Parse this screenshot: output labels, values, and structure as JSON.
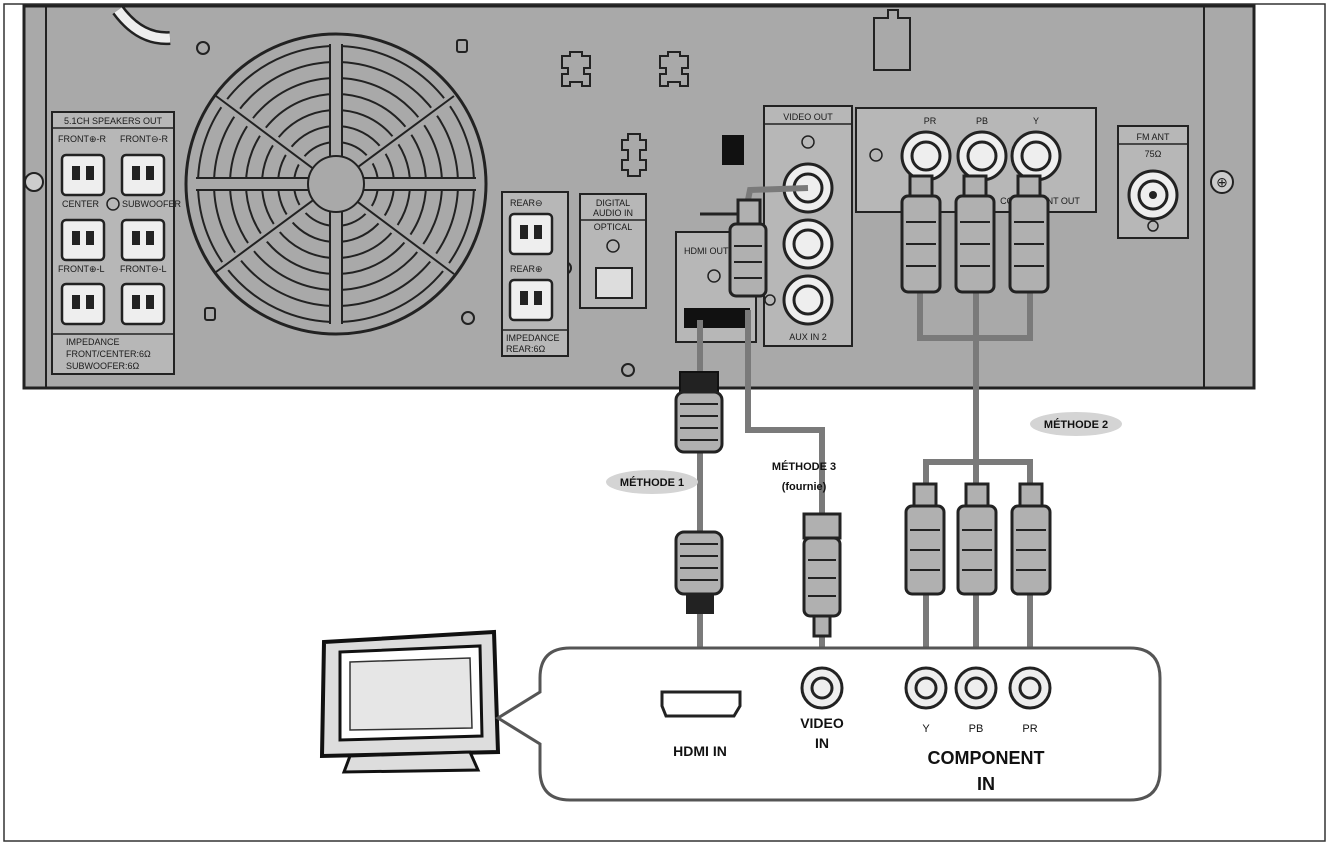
{
  "panel": {
    "speakers_out": "5.1CH SPEAKERS OUT",
    "front_r": "FRONT⊕-R",
    "front_rr": "FRONT⊖-R",
    "center": "CENTER",
    "subwoofer": "SUBWOOFER",
    "front_l": "FRONT⊕-L",
    "front_ll": "FRONT⊖-L",
    "impedance_label": "IMPEDANCE",
    "impedance_front": "FRONT/CENTER:6Ω",
    "impedance_sub": "SUBWOOFER:6Ω",
    "rear_r": "REAR⊖",
    "rear_l": "REAR⊕",
    "impedance_rear_1": "IMPEDANCE",
    "impedance_rear_2": "REAR:6Ω",
    "digital_audio_1": "DIGITAL",
    "digital_audio_2": "AUDIO IN",
    "optical": "OPTICAL",
    "hdmi_out": "HDMI OUT",
    "video_out": "VIDEO OUT",
    "aux_in": "AUX IN 2",
    "component_out": "COMPONENT OUT",
    "pr": "PR",
    "pb": "PB",
    "y": "Y",
    "fm_ant": "FM ANT",
    "fm_ohm": "75Ω"
  },
  "methods": {
    "method1": "MÉTHODE 1",
    "method2": "MÉTHODE 2",
    "method3_line1": "MÉTHODE 3",
    "method3_line2": "(fournie)"
  },
  "tv_inputs": {
    "hdmi_in": "HDMI IN",
    "video_in_1": "VIDEO",
    "video_in_2": "IN",
    "comp_y": "Y",
    "comp_pb": "PB",
    "comp_pr": "PR",
    "component_1": "COMPONENT",
    "component_2": "IN"
  },
  "colors": {
    "panel": "#a9a9a9",
    "cable": "#7a7a7a",
    "outline": "#222222",
    "bubble": "#d4d4d4"
  }
}
